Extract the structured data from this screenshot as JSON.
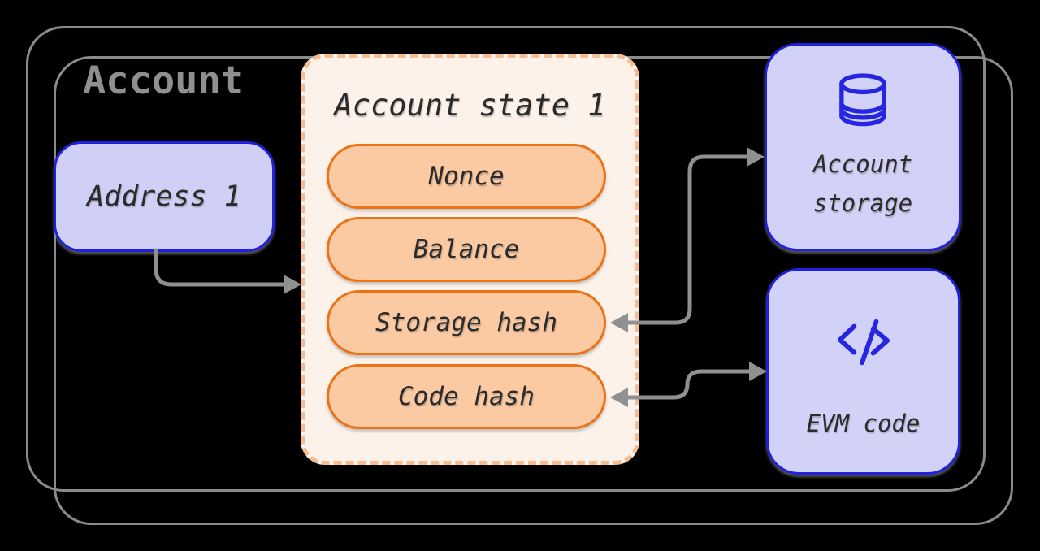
{
  "diagram": {
    "card": {
      "title": "Account"
    },
    "address_box": {
      "label": "Address 1"
    },
    "account_state_panel": {
      "title": "Account state 1",
      "fields": [
        "Nonce",
        "Balance",
        "Storage hash",
        "Code hash"
      ]
    },
    "account_storage_box": {
      "label": "Account storage",
      "icon": "database-icon"
    },
    "evm_code_box": {
      "label": "EVM code",
      "icon": "code-icon"
    },
    "arrows": [
      {
        "from": "address-box",
        "to": "account-state-panel",
        "heads": "one-way-right"
      },
      {
        "from": "storage-hash-pill",
        "to": "account-storage-box",
        "heads": "two-way"
      },
      {
        "from": "code-hash-pill",
        "to": "evm-code-box",
        "heads": "two-way"
      }
    ],
    "colors": {
      "background": "#000000",
      "card_border": "#8b8b8b",
      "title_text": "#8f8f8f",
      "blue_border": "#2020df",
      "icon_blue": "#2626e2",
      "lavender_fill": "#d0d0f7",
      "orange_border": "#ec7216",
      "orange_pill_fill": "#fbc9a2",
      "panel_fill": "#fdf2ea",
      "panel_dashed_border": "#f7bd92",
      "arrow_gray": "#909090",
      "label_text": "#2b2b2b"
    }
  }
}
